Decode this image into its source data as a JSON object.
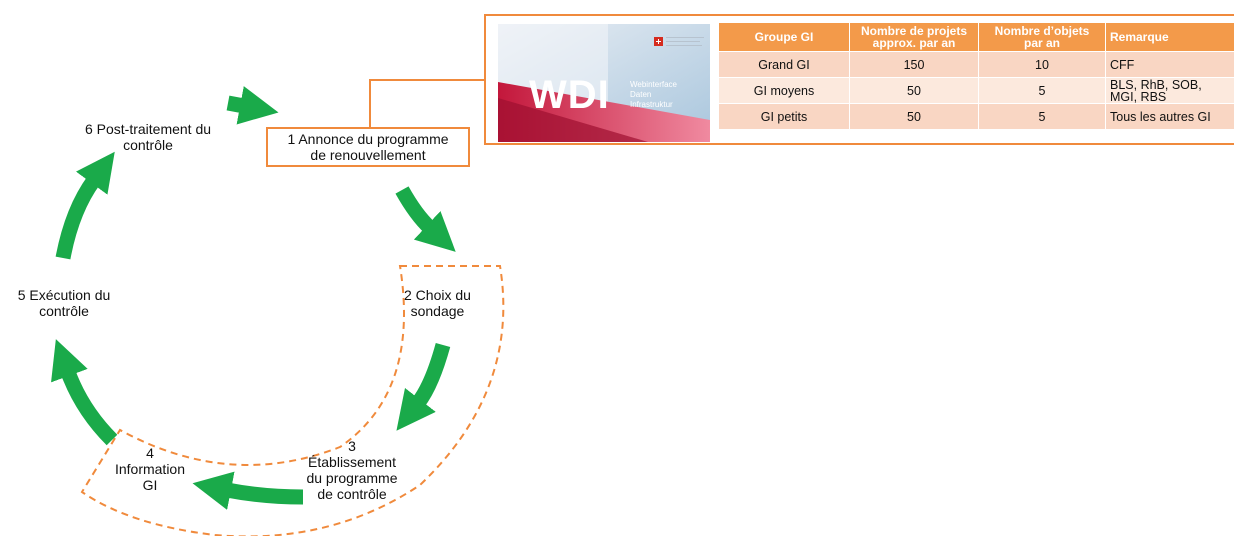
{
  "cycle": {
    "steps": [
      {
        "number": "1",
        "label": "1 Annonce du programme de renouvellement",
        "lines": [
          "1 Annonce du programme",
          "de renouvellement"
        ]
      },
      {
        "number": "2",
        "label": "2 Choix du sondage",
        "lines": [
          "2 Choix du",
          "sondage"
        ]
      },
      {
        "number": "3",
        "label": "3 Établissement du programme de contrôle",
        "lines": [
          "3",
          "Établissement",
          "du programme",
          "de contrôle"
        ]
      },
      {
        "number": "4",
        "label": "4 Information GI",
        "lines": [
          "4",
          "Information",
          "GI"
        ]
      },
      {
        "number": "5",
        "label": "5 Exécution du contrôle",
        "lines": [
          "5 Exécution du",
          "contrôle"
        ]
      },
      {
        "number": "6",
        "label": "6 Post-traitement du contrôle",
        "lines": [
          "6 Post-traitement du",
          "contrôle"
        ]
      }
    ],
    "colors": {
      "arrow": "#1aaa4a",
      "highlight": "#f08a3c"
    }
  },
  "wdi_card": {
    "logo": "WDI",
    "subtitle_lines": [
      "Webinterface",
      "Daten",
      "Infrastruktur"
    ],
    "emblem": "swiss-cross-icon"
  },
  "table": {
    "headers": [
      {
        "lines": [
          "Groupe GI"
        ]
      },
      {
        "lines": [
          "Nombre de projets",
          "approx. par an"
        ]
      },
      {
        "lines": [
          "Nombre d’objets",
          "par an"
        ]
      },
      {
        "lines": [
          "Remarque"
        ]
      }
    ],
    "rows": [
      {
        "group": "Grand GI",
        "projects": "150",
        "objects": "10",
        "remark_lines": [
          "CFF"
        ]
      },
      {
        "group": "GI moyens",
        "projects": "50",
        "objects": "5",
        "remark_lines": [
          "BLS, RhB, SOB,",
          "MGI, RBS"
        ]
      },
      {
        "group": "GI petits",
        "projects": "50",
        "objects": "5",
        "remark_lines": [
          "Tous les autres GI"
        ]
      }
    ],
    "colors": {
      "header": "#f39a4a",
      "row": "#f9d6c3",
      "row_alt": "#fce9dd"
    }
  }
}
